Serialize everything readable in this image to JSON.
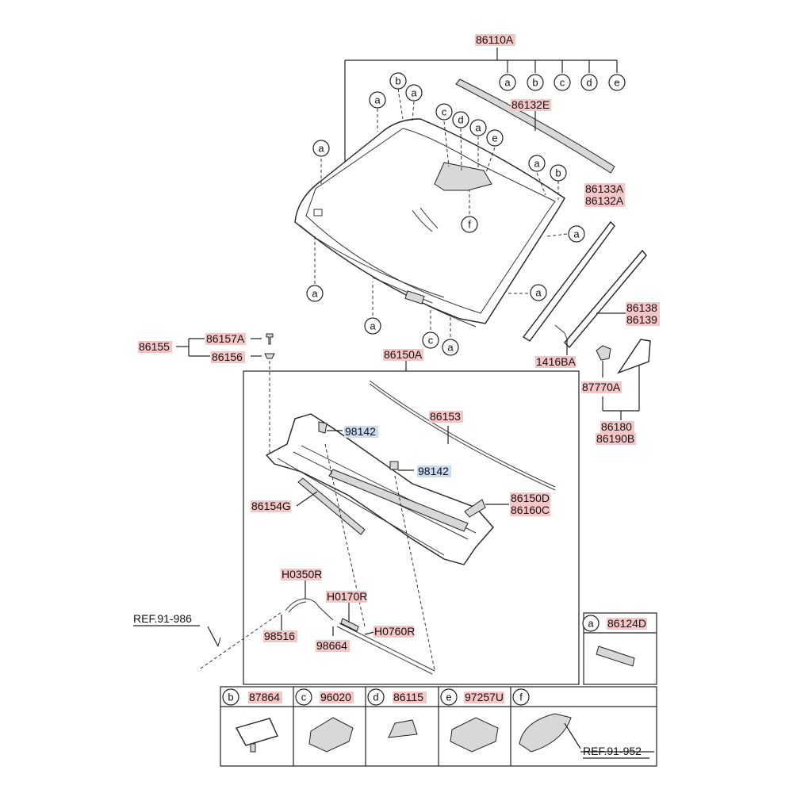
{
  "colors": {
    "label_highlight": "#f6c6c6",
    "label_highlight_blue": "#c9dcf2",
    "line": "#222222"
  },
  "labels": {
    "p86110A": "86110A",
    "p86132E": "86132E",
    "p86133A": "86133A",
    "p86132A": "86132A",
    "p86138": "86138",
    "p86139": "86139",
    "p1416BA": "1416BA",
    "p87770A": "87770A",
    "p86180": "86180",
    "p86190B": "86190B",
    "p86155": "86155",
    "p86157A": "86157A",
    "p86156": "86156",
    "p86150A": "86150A",
    "p86153": "86153",
    "p98142a": "98142",
    "p98142b": "98142",
    "p86154G": "86154G",
    "p86150D": "86150D",
    "p86160C": "86160C",
    "pH0350R": "H0350R",
    "pH0170R": "H0170R",
    "pH0760R": "H0760R",
    "p98516": "98516",
    "p98664": "98664",
    "ref1": "REF.91-986",
    "ref2": "REF.91-952"
  },
  "callouts": {
    "a": "a",
    "b": "b",
    "c": "c",
    "d": "d",
    "e": "e",
    "f": "f"
  },
  "legend": [
    {
      "letter": "a",
      "part": "86124D"
    },
    {
      "letter": "b",
      "part": "87864"
    },
    {
      "letter": "c",
      "part": "96020"
    },
    {
      "letter": "d",
      "part": "86115"
    },
    {
      "letter": "e",
      "part": "97257U"
    },
    {
      "letter": "f",
      "part": ""
    }
  ]
}
